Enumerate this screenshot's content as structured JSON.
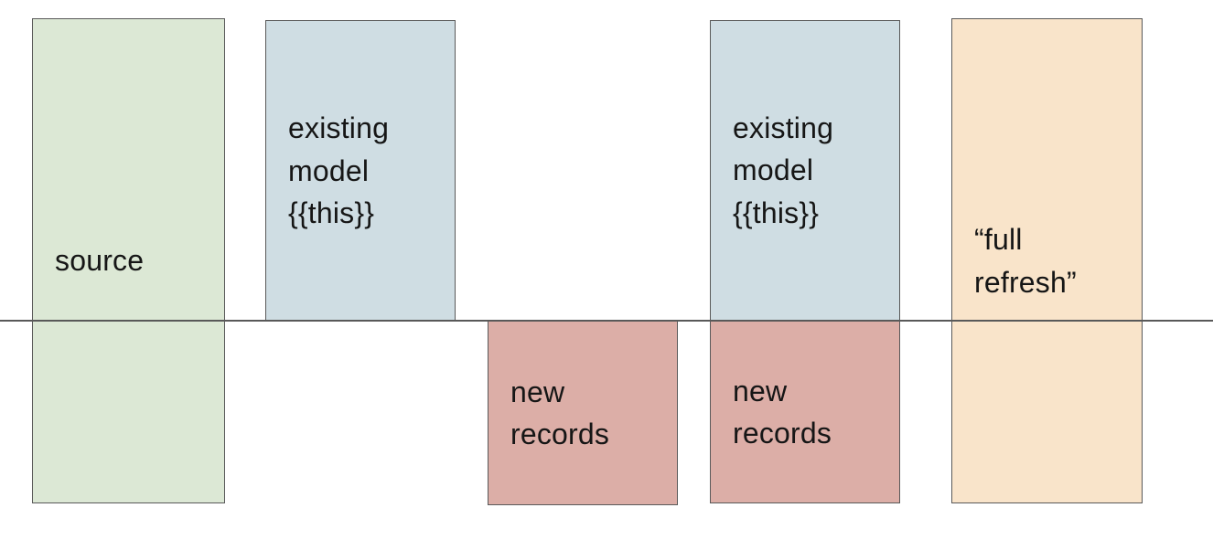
{
  "diagram": {
    "baseline_color": "#595959",
    "boxes": [
      {
        "id": "source",
        "label": "source",
        "fill": "#dce8d5",
        "border": "#595959"
      },
      {
        "id": "existing-model-1",
        "label": "existing\nmodel\n{{this}}",
        "fill": "#cfdde3",
        "border": "#595959"
      },
      {
        "id": "new-records-1",
        "label": "new\nrecords",
        "fill": "#dcaea7",
        "border": "#595959"
      },
      {
        "id": "existing-model-2",
        "label": "existing\nmodel\n{{this}}",
        "fill": "#cfdde3",
        "border": "#595959"
      },
      {
        "id": "new-records-2",
        "label": "new\nrecords",
        "fill": "#dcaea7",
        "border": "#595959"
      },
      {
        "id": "full-refresh",
        "label": "“full\nrefresh”",
        "fill": "#f9e4ca",
        "border": "#595959"
      }
    ]
  }
}
